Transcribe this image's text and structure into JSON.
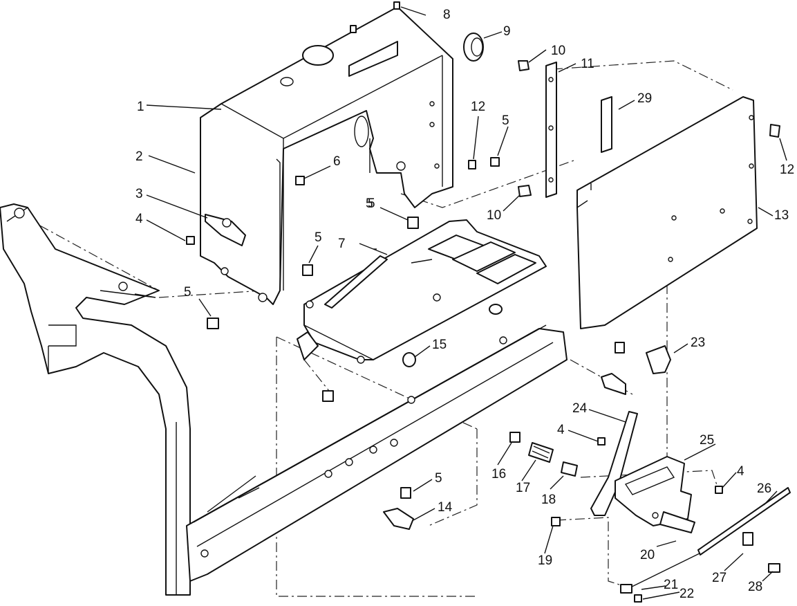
{
  "diagram": {
    "callouts": [
      {
        "id": "c1",
        "label": "1"
      },
      {
        "id": "c2",
        "label": "2"
      },
      {
        "id": "c3",
        "label": "3"
      },
      {
        "id": "c4a",
        "label": "4"
      },
      {
        "id": "c5a",
        "label": "5"
      },
      {
        "id": "c6",
        "label": "6"
      },
      {
        "id": "c7",
        "label": "7"
      },
      {
        "id": "c8",
        "label": "8"
      },
      {
        "id": "c9",
        "label": "9"
      },
      {
        "id": "c10a",
        "label": "10"
      },
      {
        "id": "c11",
        "label": "11"
      },
      {
        "id": "c12a",
        "label": "12"
      },
      {
        "id": "c5b",
        "label": "5"
      },
      {
        "id": "c29",
        "label": "29"
      },
      {
        "id": "c12b",
        "label": "12"
      },
      {
        "id": "c10b",
        "label": "10"
      },
      {
        "id": "c5c",
        "label": "5"
      },
      {
        "id": "c5d",
        "label": "5"
      },
      {
        "id": "c13",
        "label": "13"
      },
      {
        "id": "c5e",
        "label": "5"
      },
      {
        "id": "c15",
        "label": "15"
      },
      {
        "id": "c23",
        "label": "23"
      },
      {
        "id": "c24",
        "label": "24"
      },
      {
        "id": "c4b",
        "label": "4"
      },
      {
        "id": "c25",
        "label": "25"
      },
      {
        "id": "c16",
        "label": "16"
      },
      {
        "id": "c17",
        "label": "17"
      },
      {
        "id": "c18",
        "label": "18"
      },
      {
        "id": "c5f",
        "label": "5"
      },
      {
        "id": "c14",
        "label": "14"
      },
      {
        "id": "c4c",
        "label": "4"
      },
      {
        "id": "c26",
        "label": "26"
      },
      {
        "id": "c19",
        "label": "19"
      },
      {
        "id": "c20",
        "label": "20"
      },
      {
        "id": "c27",
        "label": "27"
      },
      {
        "id": "c21",
        "label": "21"
      },
      {
        "id": "c22",
        "label": "22"
      },
      {
        "id": "c28",
        "label": "28"
      }
    ]
  }
}
